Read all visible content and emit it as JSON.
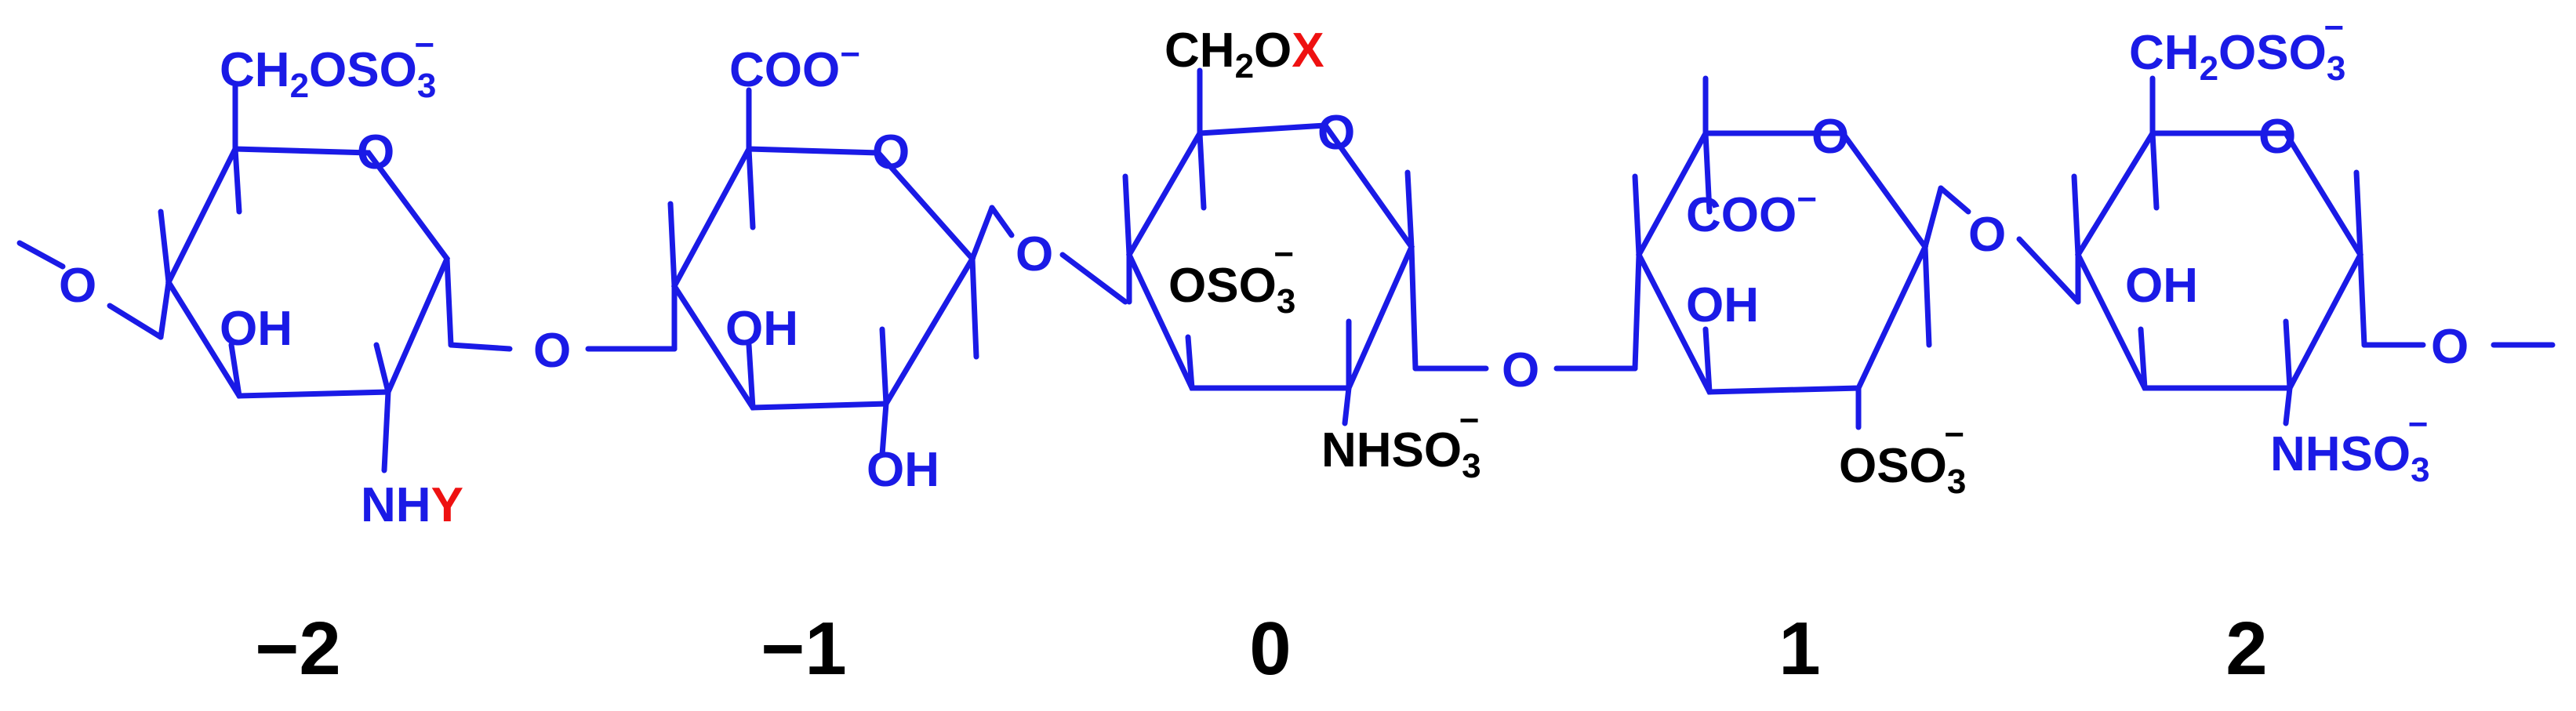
{
  "colors": {
    "structure": "#1a1ae6",
    "highlight_text": "#000000",
    "variable": "#ee1111"
  },
  "variables": {
    "x": "X",
    "y": "Y"
  },
  "positions": [
    "−2",
    "−1",
    "0",
    "1",
    "2"
  ],
  "residues": [
    {
      "position": "−2",
      "c6": "CH2OSO3−",
      "ring_o": "O",
      "hydroxyl": "OH",
      "amine": "NHY",
      "left_link_o": "O"
    },
    {
      "position": "−1",
      "c6": "COO−",
      "ring_o": "O",
      "hydroxyl_upper": "OH",
      "hydroxyl_lower": "OH",
      "link_o_from_prev": "O"
    },
    {
      "position": "0",
      "c6": "CH2OX",
      "ring_o": "O",
      "sulfate": "OSO3−",
      "amine": "NHSO3−",
      "link_o_from_prev": "O"
    },
    {
      "position": "1",
      "c6": "COO−",
      "ring_o": "O",
      "hydroxyl": "OH",
      "sulfate": "OSO3−",
      "link_o_from_prev": "O"
    },
    {
      "position": "2",
      "c6": "CH2OSO3−",
      "ring_o": "O",
      "hydroxyl": "OH",
      "amine": "NHSO3−",
      "link_o_from_prev": "O",
      "right_link_o": "O"
    }
  ],
  "text": {
    "o": "O",
    "oh": "OH",
    "ch2": "CH",
    "sub2": "2",
    "sub3": "3",
    "oso": "OSO",
    "coo": "COO",
    "nh": "NH",
    "nhso": "NHSO",
    "minus": "−"
  }
}
